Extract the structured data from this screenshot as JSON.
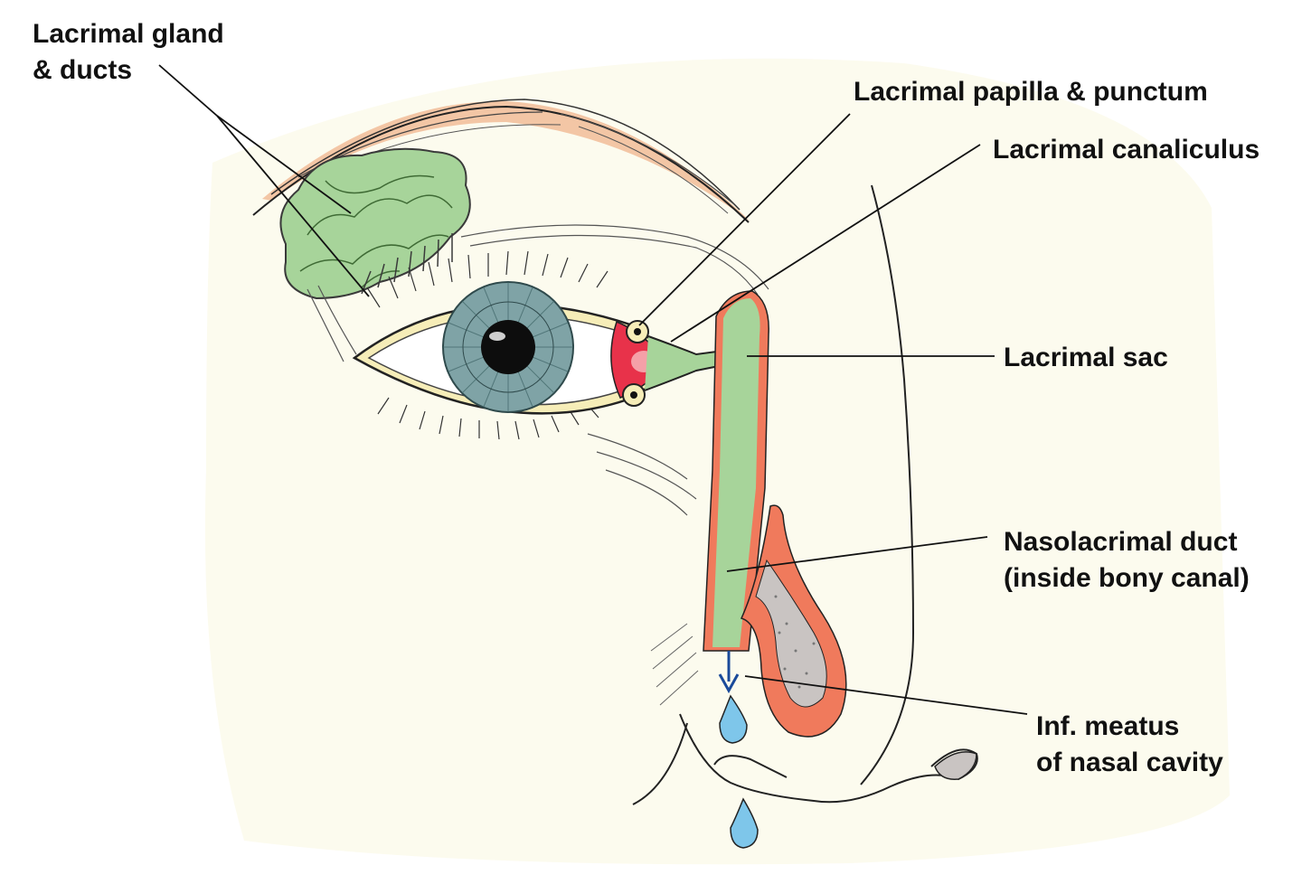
{
  "colors": {
    "background_face": "#fcfbee",
    "gland": "#a7d49a",
    "duct_fill": "#a7d49a",
    "duct_wall": "#f07a5c",
    "lid_margin": "#f6edb8",
    "iris": "#7fa3a6",
    "caruncle": "#e8324a",
    "tear": "#7ec6ea",
    "flow_arrow": "#1a4a9a",
    "bone": "#c9c4c2",
    "eyebrow": "#f0b48c"
  },
  "icons": {
    "eye": "eye-icon",
    "tear_drop": "tear-drop-icon",
    "flow_arrow": "arrow-down-icon"
  },
  "labels": {
    "lacrimal_gland": [
      "Lacrimal gland",
      "& ducts"
    ],
    "papilla_punctum": "Lacrimal papilla & punctum",
    "canaliculus": "Lacrimal canaliculus",
    "sac": "Lacrimal sac",
    "nasolacrimal_duct": [
      "Nasolacrimal duct",
      "(inside bony canal)"
    ],
    "inferior_meatus": [
      "Inf. meatus",
      "of nasal cavity"
    ]
  }
}
